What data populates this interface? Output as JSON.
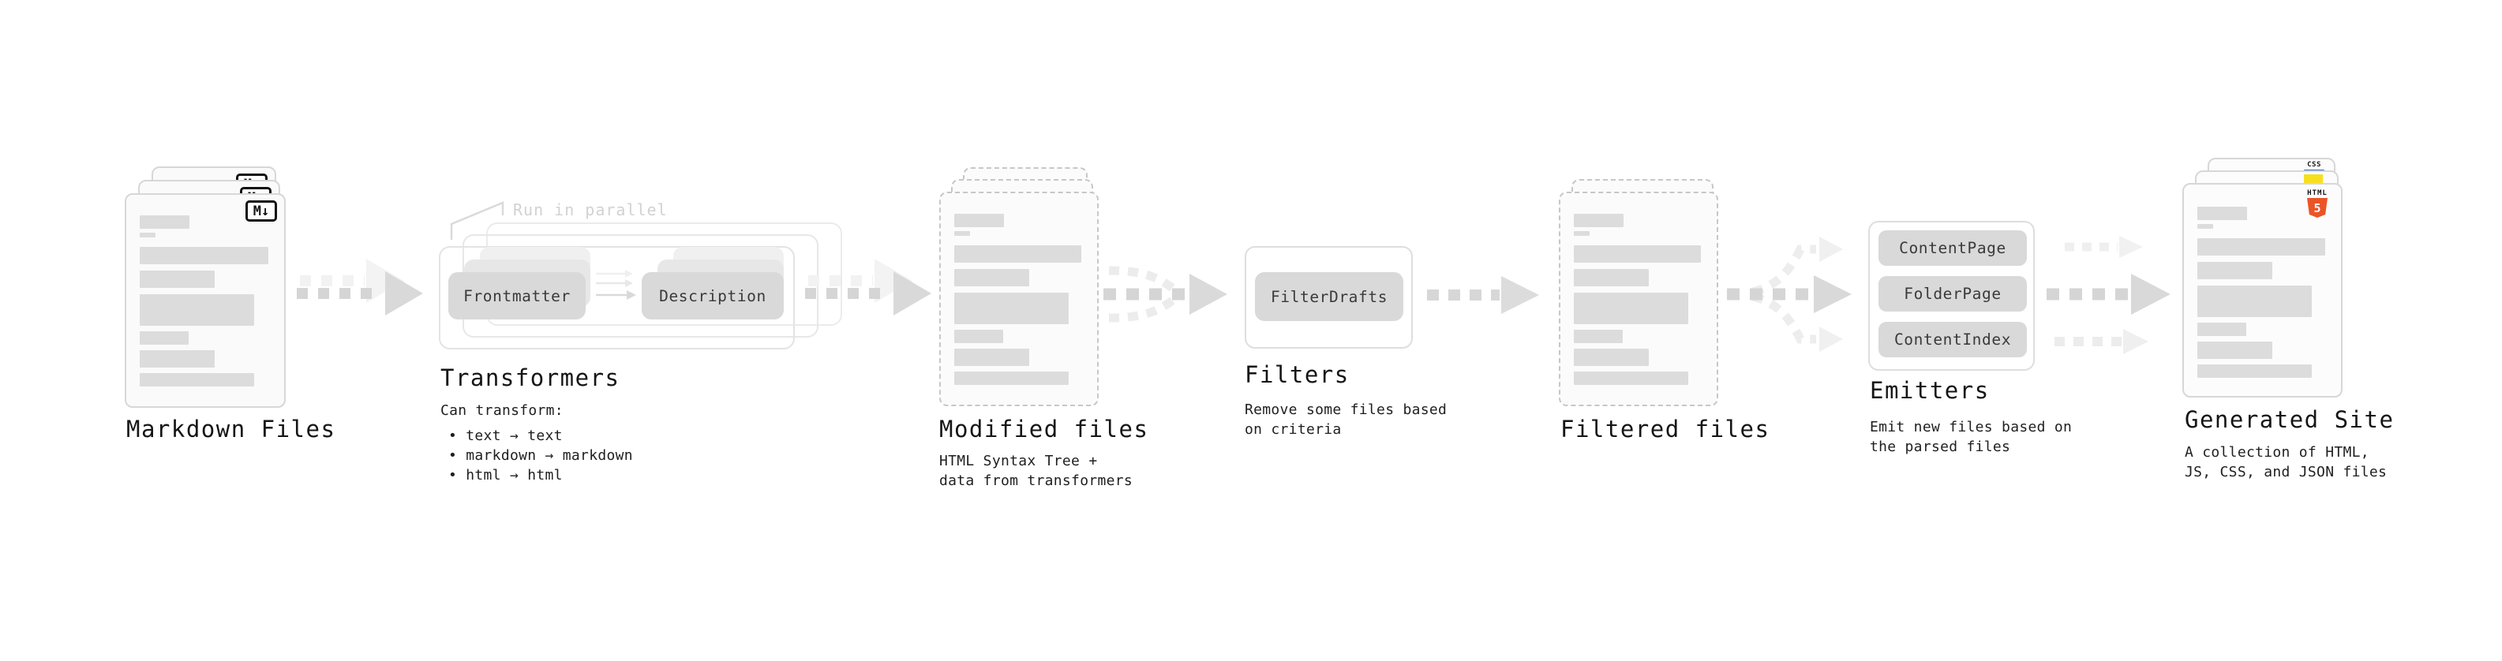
{
  "stages": {
    "markdown": {
      "title": "Markdown Files",
      "badge": "M↓"
    },
    "transformers": {
      "title": "Transformers",
      "note": "Run in parallel",
      "input_box": "Frontmatter",
      "output_box": "Description",
      "desc_heading": "Can transform:",
      "bullets": [
        "• text → text",
        "• markdown → markdown",
        "• html → html"
      ]
    },
    "modified": {
      "title": "Modified files",
      "desc1": "HTML Syntax Tree +",
      "desc2": "data from transformers"
    },
    "filters": {
      "title": "Filters",
      "box": "FilterDrafts",
      "desc1": "Remove some files based",
      "desc2": "on criteria"
    },
    "filtered": {
      "title": "Filtered files"
    },
    "emitters": {
      "title": "Emitters",
      "boxes": [
        "ContentPage",
        "FolderPage",
        "ContentIndex"
      ],
      "desc1": "Emit new files based on",
      "desc2": "the parsed files"
    },
    "generated": {
      "title": "Generated Site",
      "desc1": "A collection of HTML,",
      "desc2": "JS, CSS, and JSON files",
      "badge_css": "CSS",
      "badge_html_label": "HTML",
      "badge_html_number": "5"
    }
  },
  "colors": {
    "markdown_icon": "#101010",
    "html5_badge": "#eb5427",
    "js_badge": "#f7df1e",
    "css_badge_bar": "#2d6be0",
    "arrow_gray": "#d6d6d6",
    "arrow_ghost": "#f1f1f1",
    "skeleton_bar": "#dcdcdc"
  }
}
